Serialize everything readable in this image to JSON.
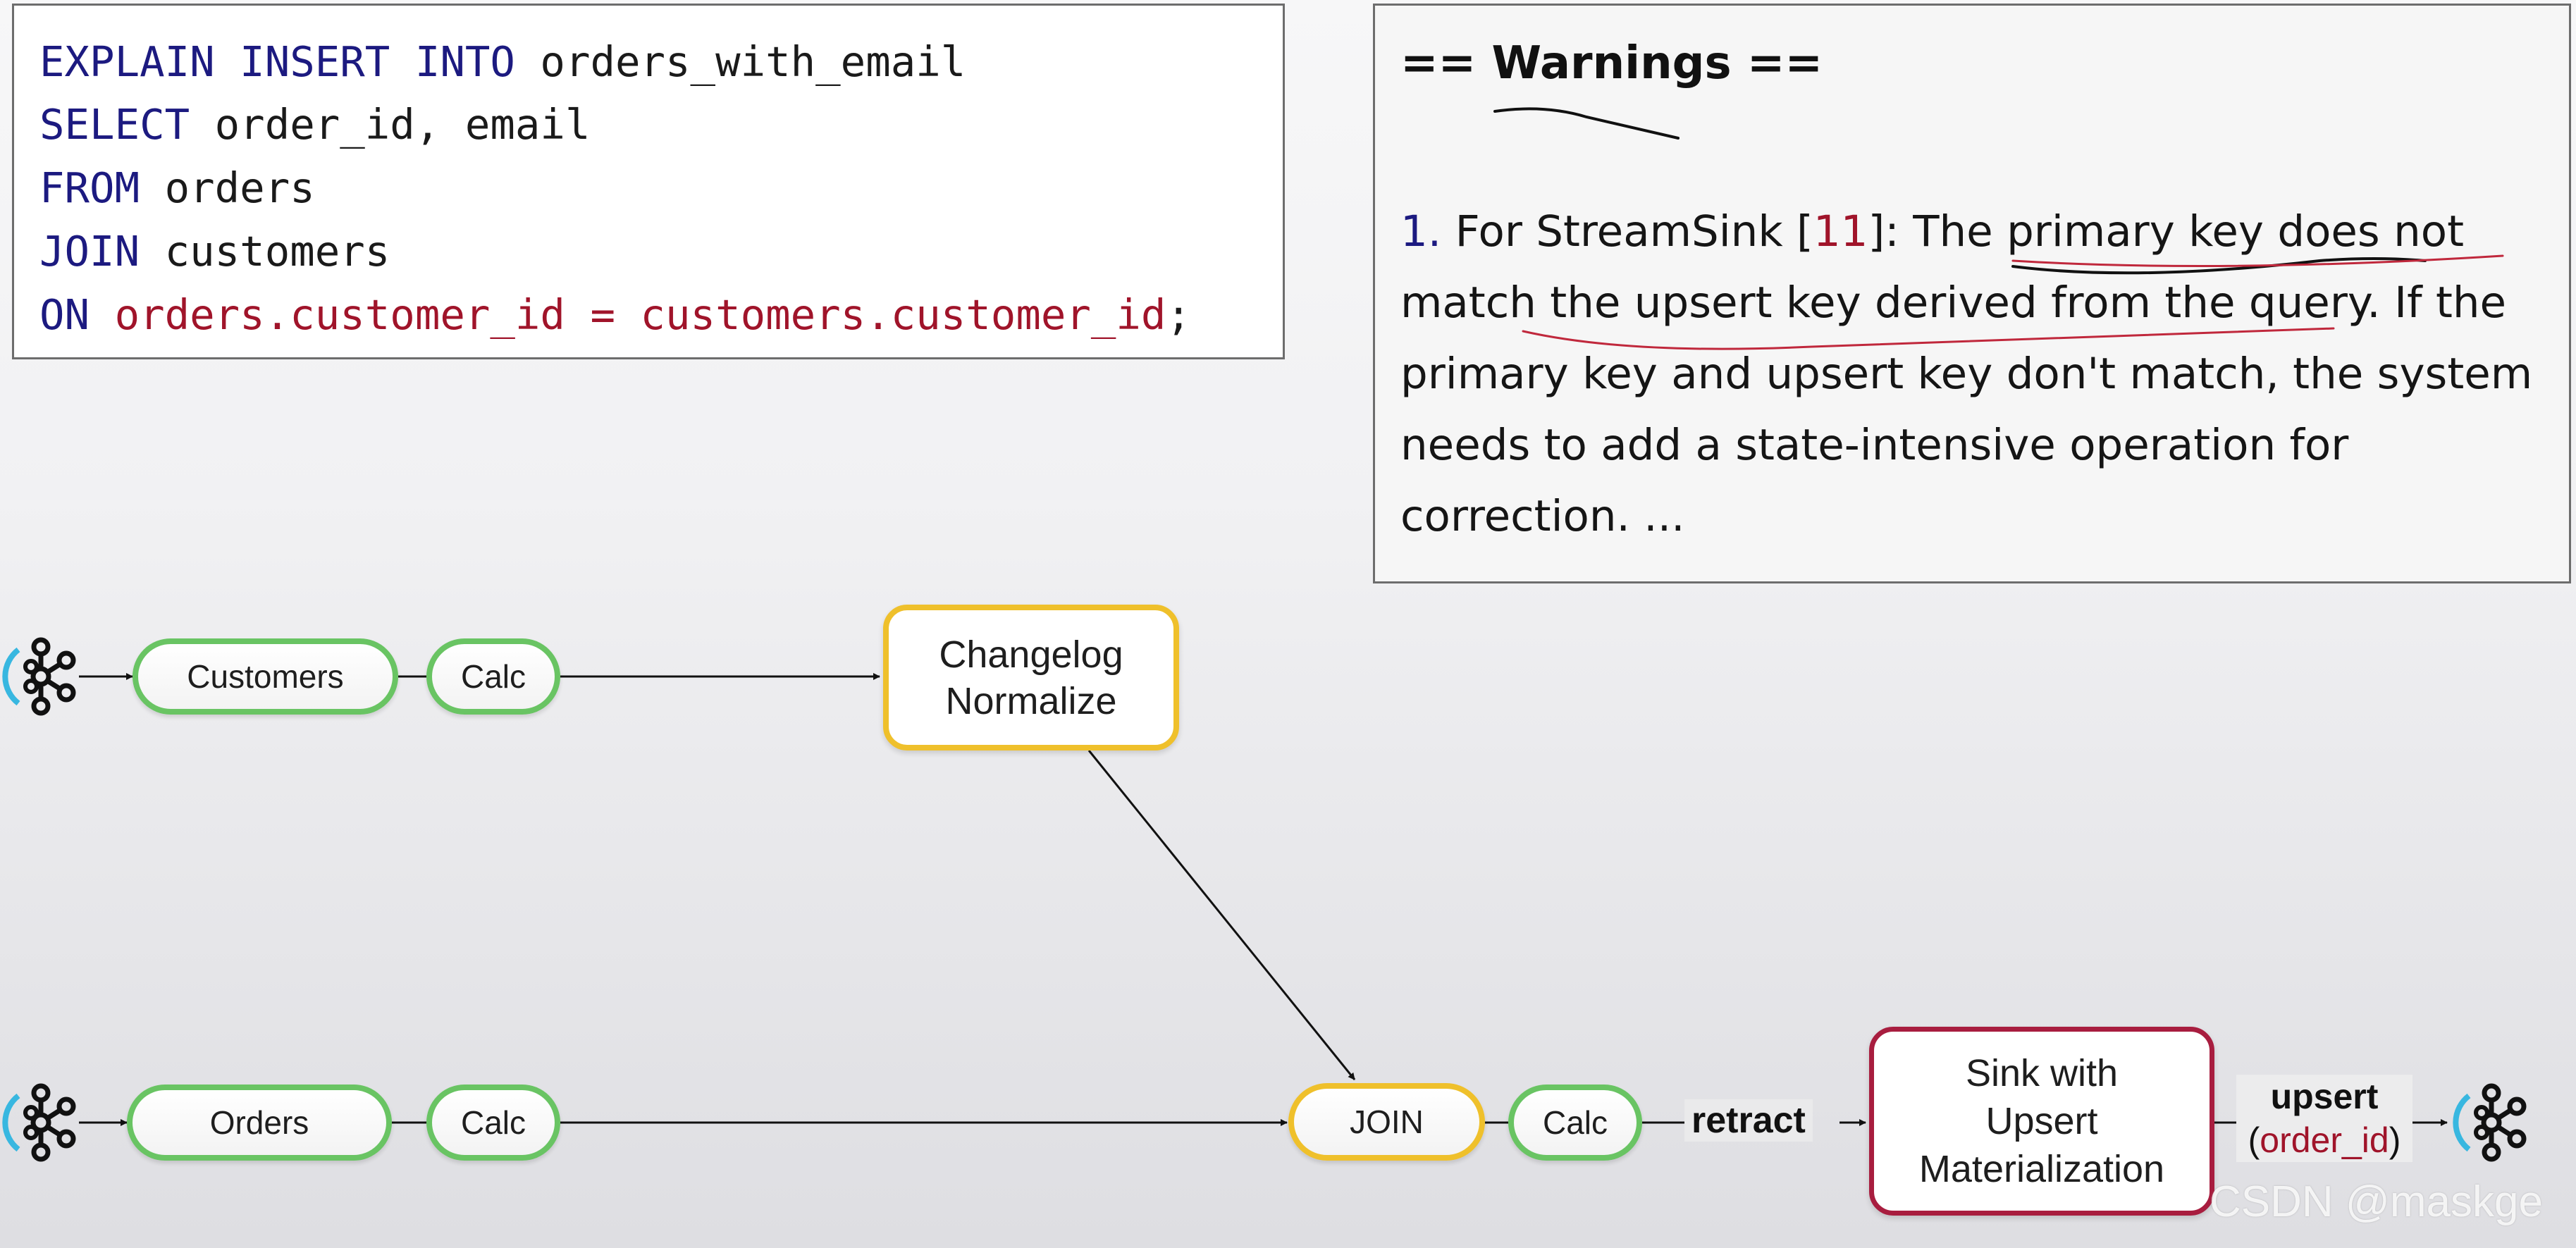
{
  "sql": {
    "line1": {
      "kw": "EXPLAIN INSERT INTO",
      "rest": " orders_with_email"
    },
    "line2": {
      "kw": "SELECT",
      "rest": " order_id, email"
    },
    "line3": {
      "kw": "FROM",
      "rest": " orders"
    },
    "line4": {
      "kw": "JOIN",
      "rest": " customers"
    },
    "line5": {
      "kw": "ON",
      "cond": " orders.customer_id = customers.customer_id",
      "end": ";"
    }
  },
  "warnings": {
    "title": "== Warnings ==",
    "num": "1.",
    "pre": " For StreamSink [",
    "ref": "11",
    "post": "]: The primary key does not match the upsert key derived from the query. If the primary key and upsert key don't match, the system needs to add a state-intensive operation for correction. ..."
  },
  "diagram": {
    "customers": "Customers",
    "calc1": "Calc",
    "changelog_line1": "Changelog",
    "changelog_line2": "Normalize",
    "orders": "Orders",
    "calc2": "Calc",
    "join": "JOIN",
    "calc3": "Calc",
    "retract": "retract",
    "sink_line1": "Sink with",
    "sink_line2": "Upsert",
    "sink_line3": "Materialization",
    "upsert_word": "upsert",
    "upsert_open": "(",
    "upsert_key": "order_id",
    "upsert_close": ")"
  },
  "colors": {
    "keyword": "#1c1a80",
    "condition": "#a0142a",
    "green_border": "#69c463",
    "gold_border": "#efc02b",
    "sink_border": "#a81d3f"
  },
  "icons": [
    "kafka-icon"
  ],
  "watermark": "CSDN @maskge"
}
